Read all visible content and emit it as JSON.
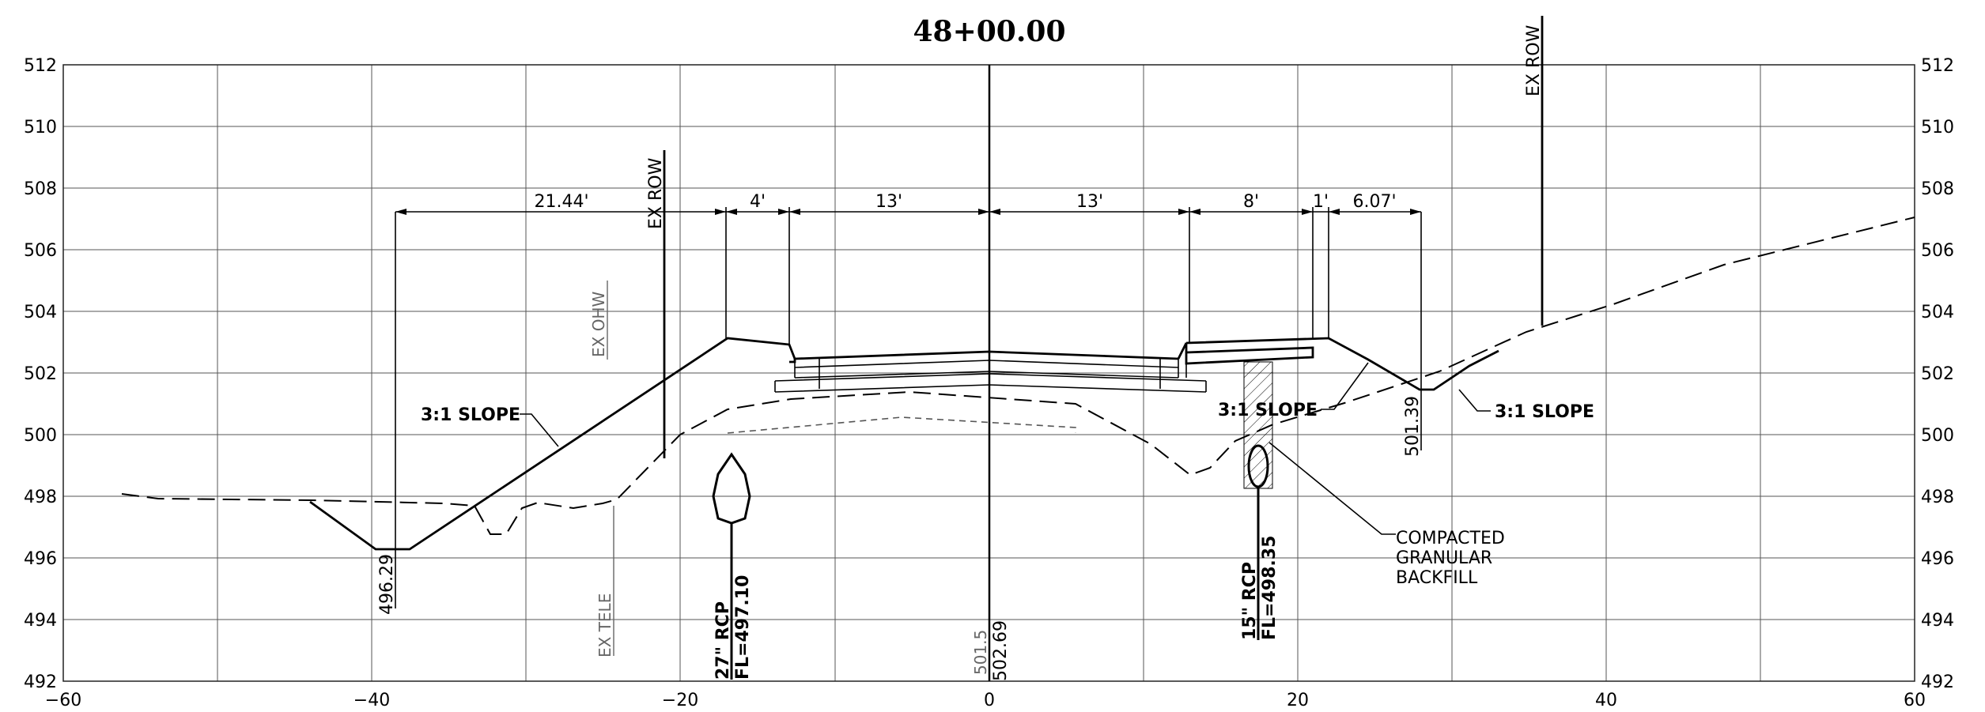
{
  "title": "48+00.00",
  "axes": {
    "x_ticks": [
      "−60",
      "−40",
      "−20",
      "0",
      "20",
      "40",
      "60"
    ],
    "y_ticks": [
      "512",
      "510",
      "508",
      "506",
      "504",
      "502",
      "500",
      "498",
      "496",
      "494",
      "492"
    ]
  },
  "dimensions": [
    "21.44'",
    "4'",
    "13'",
    "13'",
    "8'",
    "1'",
    "6.07'"
  ],
  "labels": {
    "ex_row": "EX ROW",
    "ex_ohw": "EX OHW",
    "ex_tele": "EX TELE",
    "slope_left": "3:1 SLOPE",
    "slope_mid": "3:1 SLOPE",
    "slope_right": "3:1 SLOPE",
    "elev_left": "496.29",
    "elev_right": "501.39",
    "existing_cl_elev": "501.5",
    "proposed_cl_elev": "502.69",
    "pipe_left_size": "27\" RCP",
    "pipe_left_fl": "FL=497.10",
    "pipe_right_size": "15\" RCP",
    "pipe_right_fl": "FL=498.35",
    "backfill_line1": "COMPACTED",
    "backfill_line2": "GRANULAR",
    "backfill_line3": "BACKFILL"
  }
}
